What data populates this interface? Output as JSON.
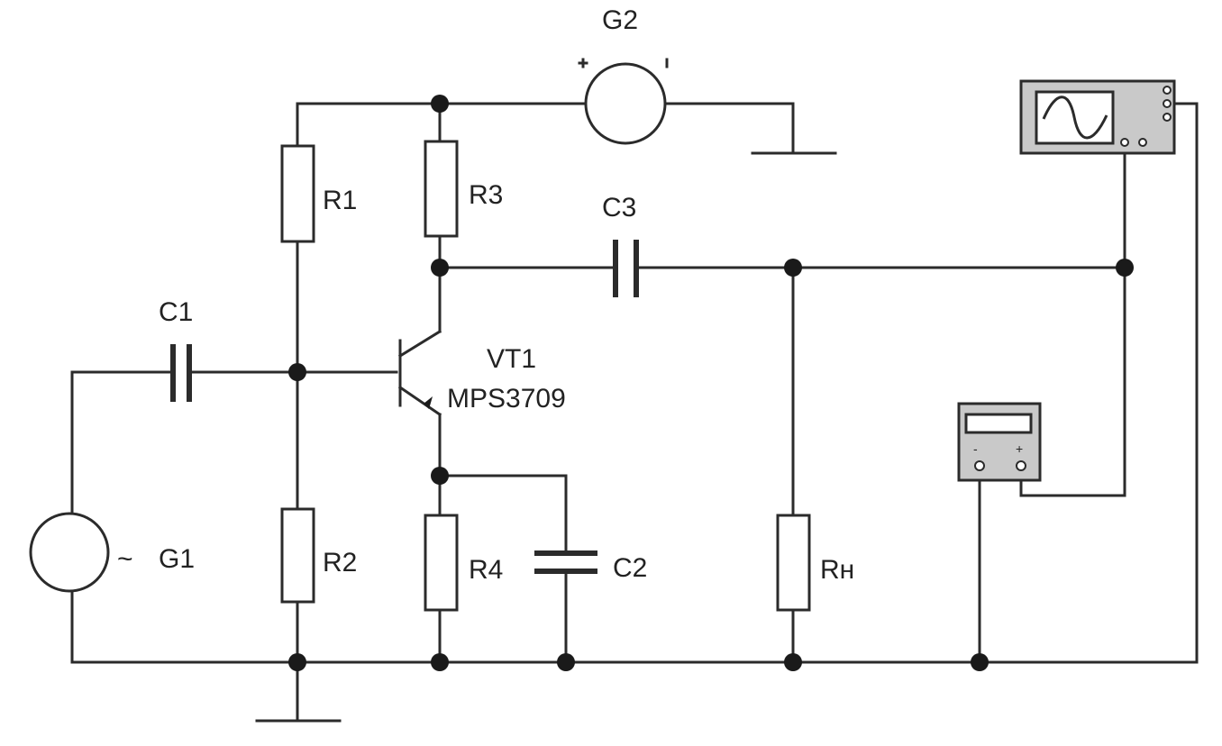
{
  "labels": {
    "g1": "G1",
    "g2": "G2",
    "r1": "R1",
    "r2": "R2",
    "r3": "R3",
    "r4": "R4",
    "rn": "Rн",
    "c1": "C1",
    "c2": "C2",
    "c3": "C3",
    "vt1": "VT1",
    "vt1_model": "MPS3709",
    "g1_symbol": "~"
  },
  "icons": {
    "oscilloscope": "oscilloscope-icon",
    "multimeter": "multimeter-icon",
    "ground": "ground-icon"
  },
  "colors": {
    "wire": "#2b2b2b",
    "instrument_body": "#c9c9c9"
  }
}
